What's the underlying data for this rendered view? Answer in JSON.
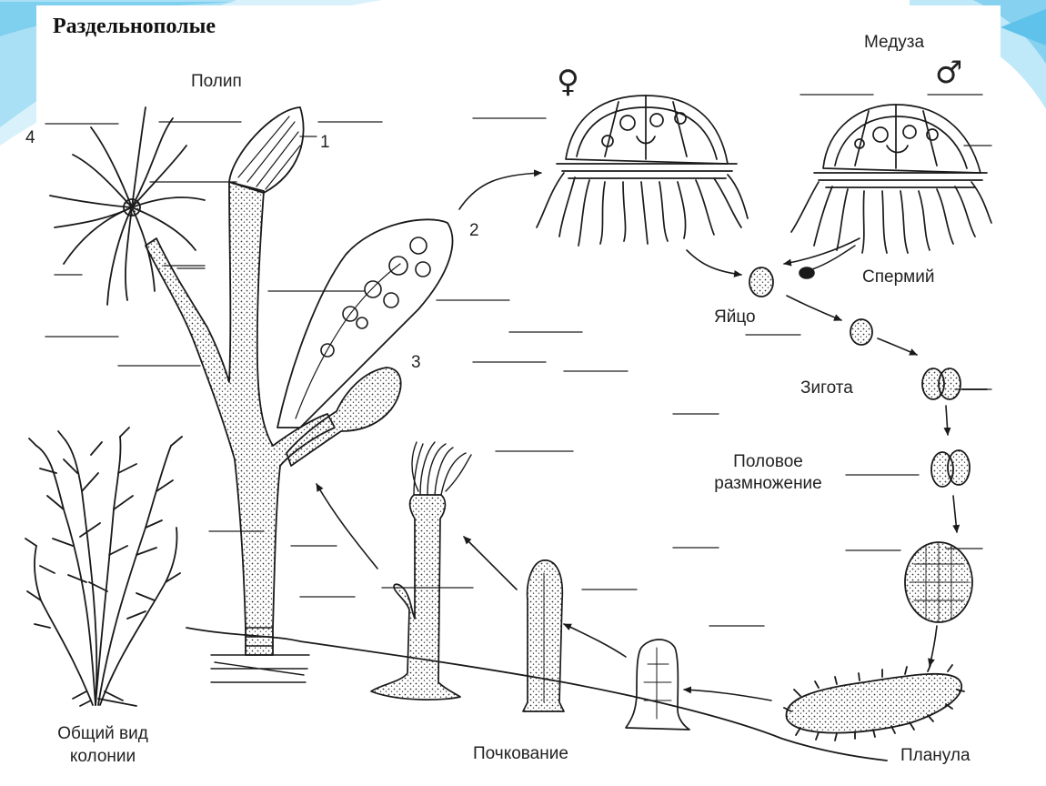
{
  "title": "Раздельнополые",
  "labels": {
    "polyp": "Полип",
    "medusa": "Медуза",
    "sperm": "Спермий",
    "egg": "Яйцо",
    "zygote": "Зигота",
    "sexual_reproduction": "Половое\nразмножение",
    "colony_view": "Общий вид\nколонии",
    "budding": "Почкование",
    "planula": "Планула",
    "n1": "1",
    "n2": "2",
    "n3": "3",
    "n4": "4"
  },
  "symbols": {
    "female": "♀",
    "male": "♂"
  },
  "colors": {
    "ink": "#1a1a1a",
    "slide_accent": "#8fd3ee"
  }
}
